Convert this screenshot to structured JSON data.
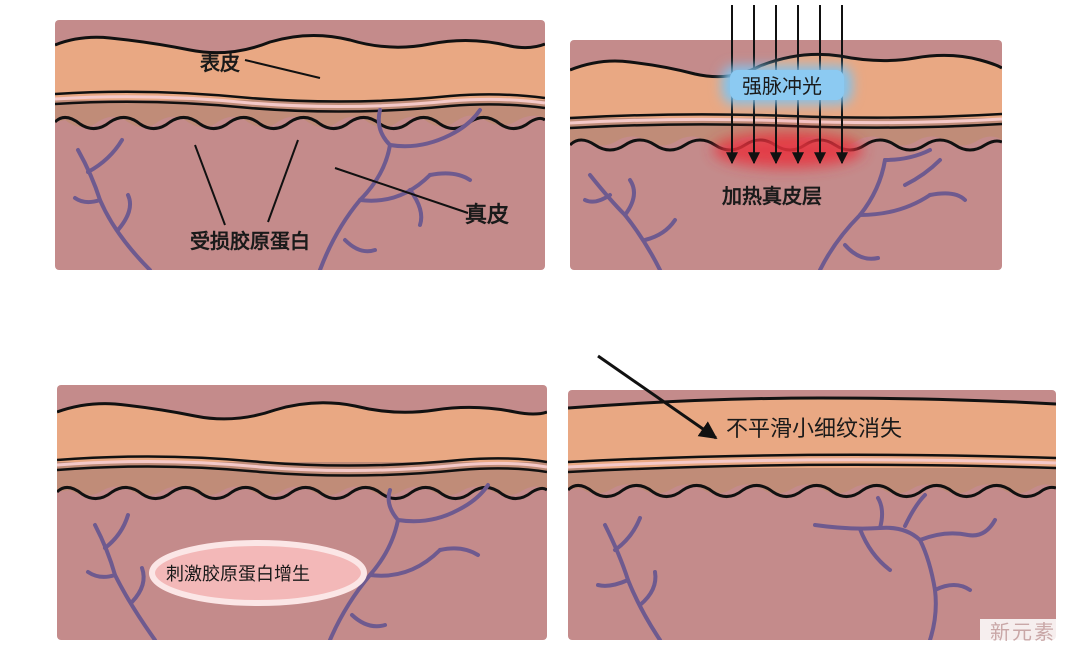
{
  "colors": {
    "epidermis": "#e9a883",
    "band": "#c08c78",
    "dermis": "#c48b8b",
    "vessel": "#6e5a8f",
    "outline": "#111111",
    "pink_line": "#f2c6c6",
    "blue_glow": "#7fc4f0",
    "red_glow": "#e8323c",
    "bubble_fill": "#f3b8b8"
  },
  "panels": [
    {
      "labels": {
        "epidermis": "表皮",
        "damaged_collagen": "受损胶原蛋白",
        "dermis": "真皮"
      }
    },
    {
      "labels": {
        "ipl": "强脉冲光",
        "heating": "加热真皮层"
      },
      "icons": [
        "light-arrow-icon"
      ]
    },
    {
      "labels": {
        "stimulate": "刺激胶原蛋白增生"
      }
    },
    {
      "labels": {
        "result": "不平滑小细纹消失"
      },
      "icons": [
        "pointer-arrow-icon"
      ]
    }
  ],
  "watermark": "新元素"
}
